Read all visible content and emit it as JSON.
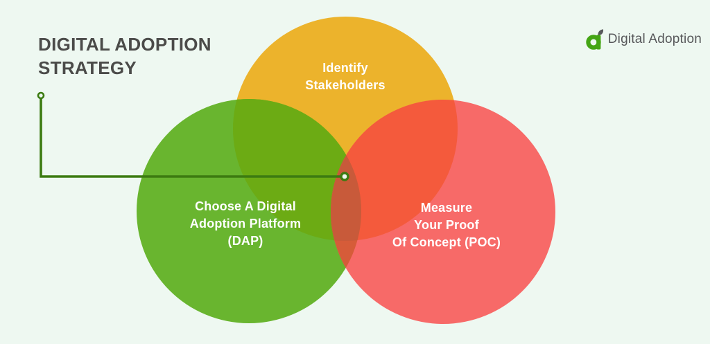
{
  "page": {
    "background": "#EEF8F1"
  },
  "header": {
    "title_line1": "DIGITAL ADOPTION",
    "title_line2": "STRATEGY",
    "title_color": "#4B4B49"
  },
  "logo": {
    "name": "Digital Adoption",
    "mark_color": "#44A514",
    "leaf_color": "#58595B",
    "text_color": "#57585A"
  },
  "venn": {
    "connector_color": "#3C7B11",
    "background_color": "#EEF8F1",
    "label_color": "#FFFFFF",
    "circles": [
      {
        "id": "identify-stakeholders",
        "label": "Identify\nStakeholders",
        "color": "#ECB32C"
      },
      {
        "id": "choose-dap",
        "label": "Choose A Digital\nAdoption Platform\n(DAP)",
        "color": "#69B52F"
      },
      {
        "id": "measure-poc",
        "label": "Measure\nYour Proof\nOf Concept (POC)",
        "color": "#F76A68"
      }
    ],
    "overlaps": {
      "green_yellow": "#6CAB14",
      "red_yellow": "#F45A3C",
      "red_green": "#D65C39",
      "center": "#C85A3A"
    }
  }
}
